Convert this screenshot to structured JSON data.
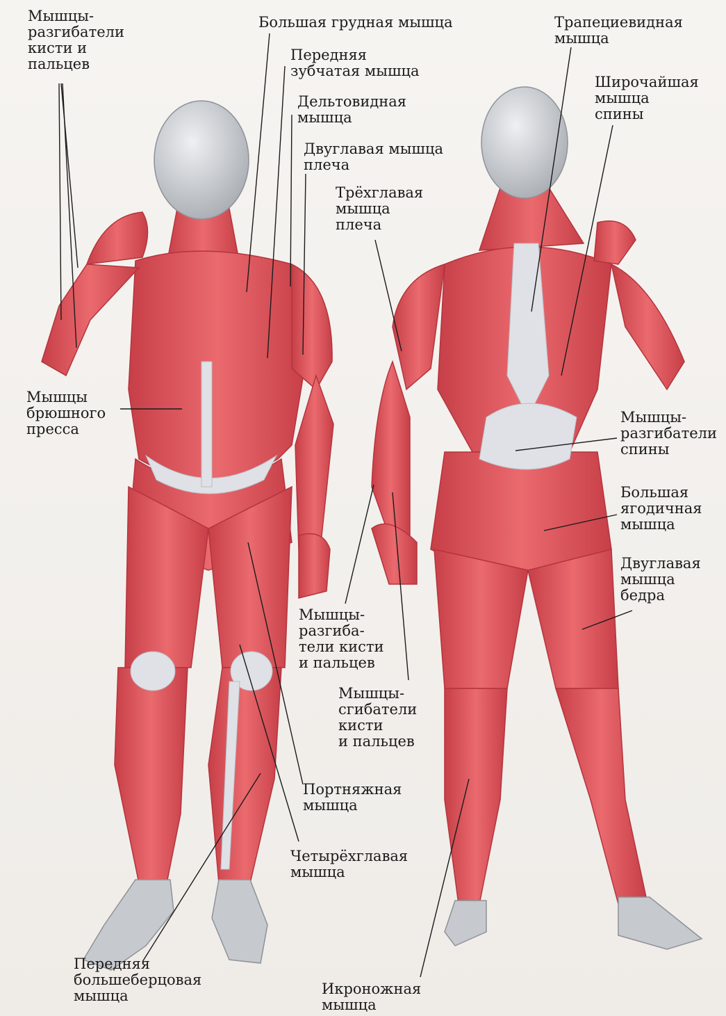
{
  "figure": {
    "labels": {
      "extensors_hand_front": "Мышцы-\nразгибатели\nкисти и\nпальцев",
      "pectoralis_major": "Большая грудная мышца",
      "serratus_anterior": "Передняя\nзубчатая мышца",
      "deltoid": "Дельтовидная\nмышца",
      "biceps": "Двуглавая мышца\nплеча",
      "triceps": "Трёхглавая\nмышца\nплеча",
      "trapezius": "Трапециевидная\nмышца",
      "latissimus": "Широчайшая\nмышца\nспины",
      "abdominals": "Мышцы\nбрюшного\nпресса",
      "erector_spinae": "Мышцы-\nразгибатели\nспины",
      "gluteus_maximus": "Большая\nягодичная\nмышца",
      "biceps_femoris": "Двуглавая\nмышца\nбедра",
      "extensors_hand_back": "Мышцы-\nразгиба-\nтели кисти\nи пальцев",
      "flexors_hand": "Мышцы-\nсгибатели\nкисти\nи пальцев",
      "sartorius": "Портняжная\nмышца",
      "quadriceps": "Четырёхглавая\nмышца",
      "tibialis_anterior": "Передняя\nбольшеберцовая\nмышца",
      "gastrocnemius": "Икроножная\nмышца"
    },
    "colors": {
      "muscle": "#e2545a",
      "muscle_dark": "#c23b44",
      "tendon": "#dfe1e6",
      "skin": "#cfd2d6",
      "line": "#1b1b1b"
    }
  }
}
